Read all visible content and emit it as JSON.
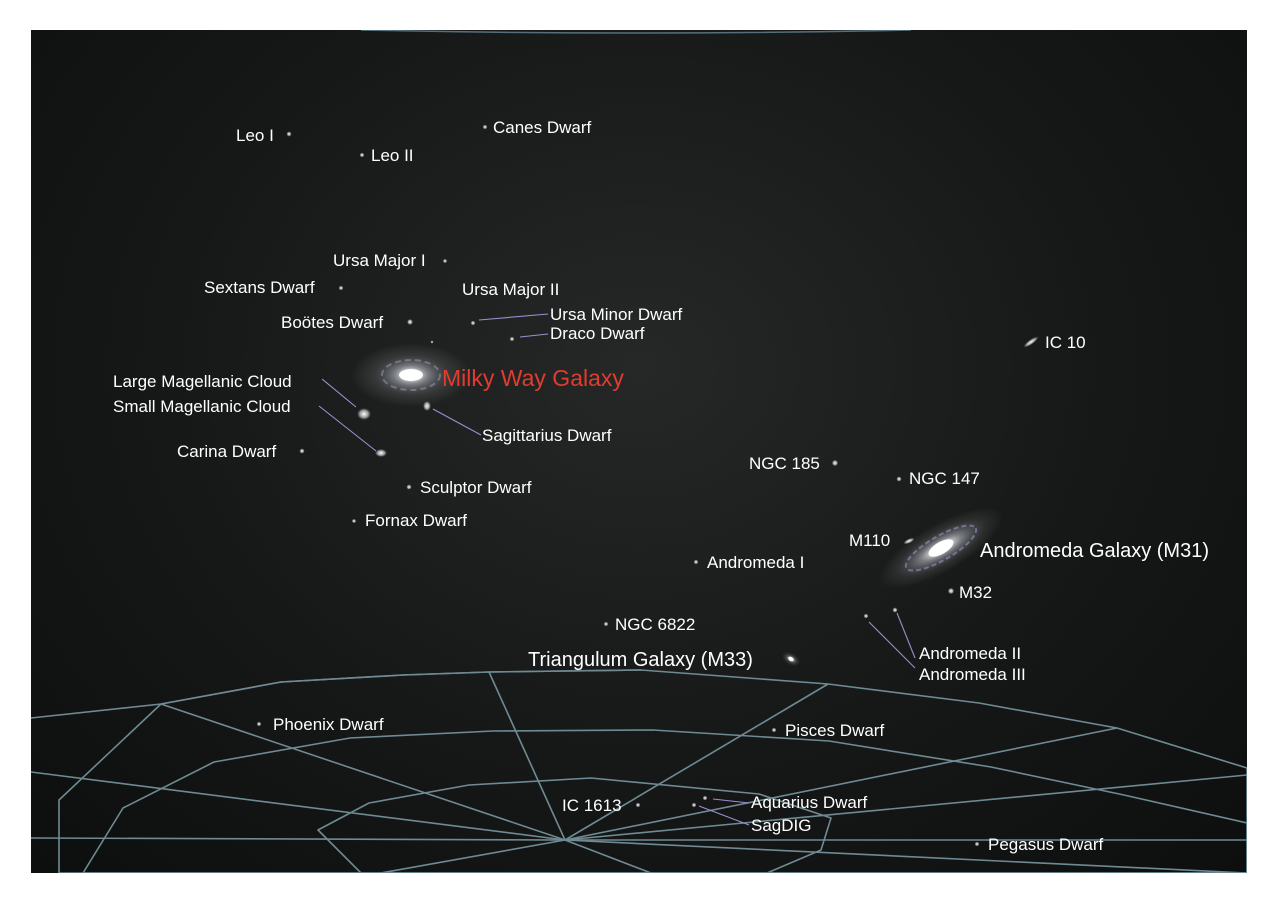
{
  "colors": {
    "background": "#161818",
    "label": "#ffffff",
    "highlight_label": "#e33b2e",
    "leader_line": "#9a8fcf",
    "grid": "#6f8a93"
  },
  "objects": [
    {
      "id": "leo-i",
      "label": "Leo I"
    },
    {
      "id": "leo-ii",
      "label": "Leo II"
    },
    {
      "id": "canes-dwarf",
      "label": "Canes Dwarf"
    },
    {
      "id": "ursa-major-i",
      "label": "Ursa Major I"
    },
    {
      "id": "ursa-major-ii",
      "label": "Ursa Major II"
    },
    {
      "id": "sextans-dwarf",
      "label": "Sextans Dwarf"
    },
    {
      "id": "ursa-minor-dwarf",
      "label": "Ursa Minor Dwarf"
    },
    {
      "id": "draco-dwarf",
      "label": "Draco Dwarf"
    },
    {
      "id": "bootes-dwarf",
      "label": "Boötes Dwarf"
    },
    {
      "id": "milky-way-galaxy",
      "label": "Milky Way Galaxy"
    },
    {
      "id": "large-magellanic-cloud",
      "label": "Large Magellanic Cloud"
    },
    {
      "id": "small-magellanic-cloud",
      "label": "Small Magellanic Cloud"
    },
    {
      "id": "sagittarius-dwarf",
      "label": "Sagittarius Dwarf"
    },
    {
      "id": "carina-dwarf",
      "label": "Carina Dwarf"
    },
    {
      "id": "sculptor-dwarf",
      "label": "Sculptor Dwarf"
    },
    {
      "id": "fornax-dwarf",
      "label": "Fornax Dwarf"
    },
    {
      "id": "ic-10",
      "label": "IC 10"
    },
    {
      "id": "ngc-185",
      "label": "NGC 185"
    },
    {
      "id": "ngc-147",
      "label": "NGC 147"
    },
    {
      "id": "m110",
      "label": "M110"
    },
    {
      "id": "andromeda-galaxy-m31",
      "label": "Andromeda Galaxy (M31)"
    },
    {
      "id": "andromeda-i",
      "label": "Andromeda I"
    },
    {
      "id": "m32",
      "label": "M32"
    },
    {
      "id": "ngc-6822",
      "label": "NGC 6822"
    },
    {
      "id": "andromeda-ii",
      "label": "Andromeda II"
    },
    {
      "id": "andromeda-iii",
      "label": "Andromeda III"
    },
    {
      "id": "triangulum-galaxy-m33",
      "label": "Triangulum Galaxy (M33)"
    },
    {
      "id": "phoenix-dwarf",
      "label": "Phoenix Dwarf"
    },
    {
      "id": "pisces-dwarf",
      "label": "Pisces Dwarf"
    },
    {
      "id": "ic-1613",
      "label": "IC 1613"
    },
    {
      "id": "aquarius-dwarf",
      "label": "Aquarius Dwarf"
    },
    {
      "id": "sagdig",
      "label": "SagDIG"
    },
    {
      "id": "pegasus-dwarf",
      "label": "Pegasus Dwarf"
    }
  ]
}
